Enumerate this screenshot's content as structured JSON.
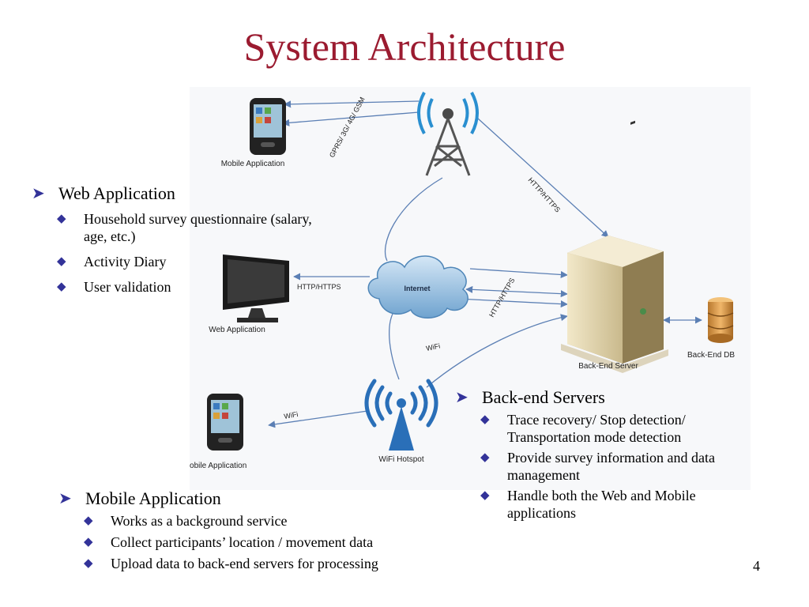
{
  "slide": {
    "title": "System Architecture",
    "page_number": "4"
  },
  "diagram": {
    "nodes": {
      "mobile_top": "Mobile Application",
      "web_app": "Web Application",
      "internet": "Internet",
      "server": "Back-End Server",
      "db": "Back-End DB",
      "wifi_hotspot": "WiFi Hotspot",
      "mobile_bottom": "Mobile Application"
    },
    "edges": {
      "gprs": "GPRS/ 3G/ 4G/ GSM",
      "https_tower": "HTTP/HTTPS",
      "https_web": "HTTP/HTTPS",
      "https_internet": "HTTP/HTTPS",
      "wifi_internet": "WiFi",
      "wifi_mobile": "WiFi"
    }
  },
  "web_application": {
    "heading": "Web Application",
    "items": [
      "Household survey questionnaire (salary, age, etc.)",
      "Activity Diary",
      "User validation"
    ]
  },
  "back_end_servers": {
    "heading": "Back-end Servers",
    "items": [
      "Trace recovery/ Stop detection/ Transportation mode detection",
      "Provide survey information and data management",
      "Handle both the Web and Mobile applications"
    ]
  },
  "mobile_application": {
    "heading": "Mobile Application",
    "items": [
      "Works as a background service",
      "Collect participants’ location / movement data",
      "Upload data to back-end servers for processing"
    ]
  }
}
